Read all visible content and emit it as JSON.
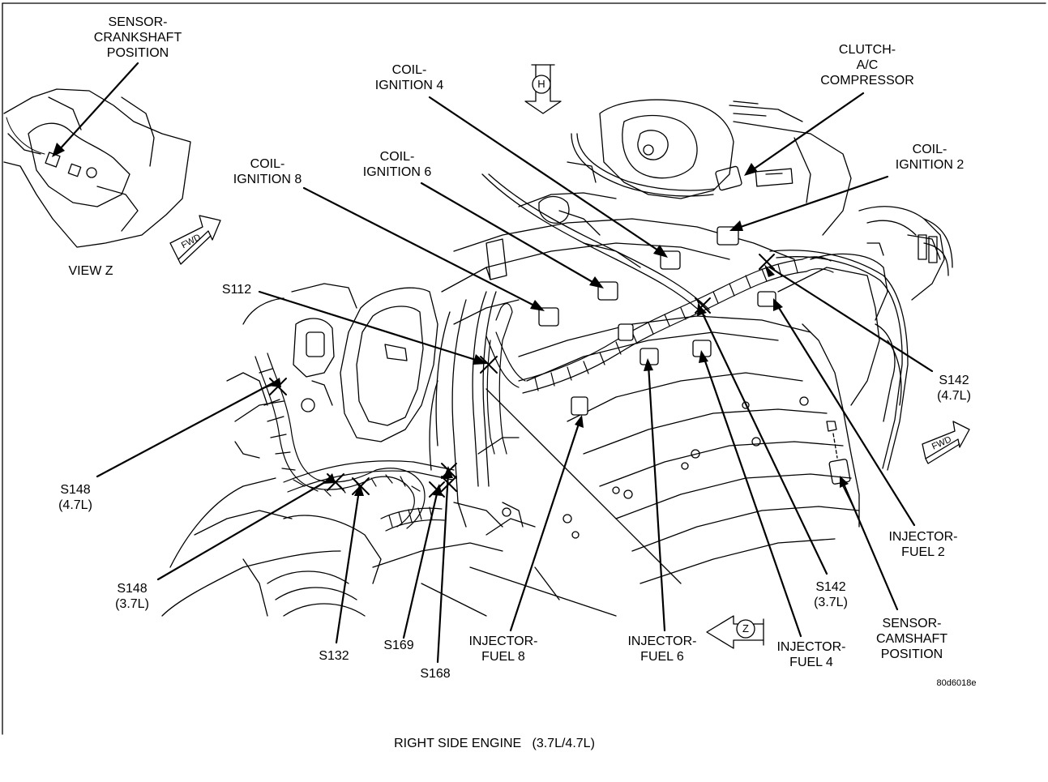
{
  "labels": {
    "sensor_crank": [
      "SENSOR-",
      "CRANKSHAFT",
      "POSITION"
    ],
    "view_z": "VIEW Z",
    "coil_4": [
      "COIL-",
      "IGNITION 4"
    ],
    "coil_8": [
      "COIL-",
      "IGNITION 8"
    ],
    "coil_6": [
      "COIL-",
      "IGNITION 6"
    ],
    "clutch": [
      "CLUTCH-",
      "A/C",
      "COMPRESSOR"
    ],
    "coil_2": [
      "COIL-",
      "IGNITION 2"
    ],
    "s112": "S112",
    "s142_47": [
      "S142",
      "(4.7L)"
    ],
    "s148_47": [
      "S148",
      "(4.7L)"
    ],
    "s148_37": [
      "S148",
      "(3.7L)"
    ],
    "s132": "S132",
    "s169": "S169",
    "s168": "S168",
    "inj_8": [
      "INJECTOR-",
      "FUEL 8"
    ],
    "inj_6": [
      "INJECTOR-",
      "FUEL 6"
    ],
    "inj_4": [
      "INJECTOR-",
      "FUEL 4"
    ],
    "inj_2": [
      "INJECTOR-",
      "FUEL 2"
    ],
    "s142_37": [
      "S142",
      "(3.7L)"
    ],
    "sensor_cam": [
      "SENSOR-",
      "CAMSHAFT",
      "POSITION"
    ],
    "ref_code": "80d6018e",
    "caption": "RIGHT SIDE ENGINE   (3.7L/4.7L)",
    "view_h_letter": "H",
    "view_z_letter": "Z",
    "fwd": "FWD"
  }
}
